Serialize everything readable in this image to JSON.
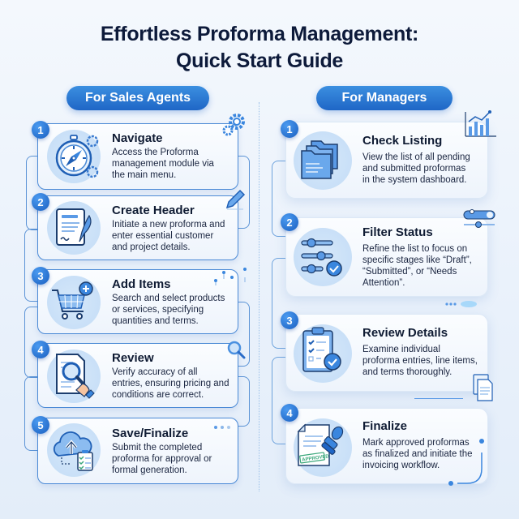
{
  "title": {
    "line1": "Effortless Proforma Management:",
    "line2": "Quick Start Guide"
  },
  "colors": {
    "accent": "#1f66c6",
    "accent_light": "#3b8fe0",
    "title": "#0d1a3a",
    "card_border": "#4b8ad6",
    "background": "#eef4fb",
    "approved_green": "#3aa77a"
  },
  "sales_agents": {
    "header": "For Sales Agents",
    "steps": [
      {
        "number": "1",
        "title": "Navigate",
        "desc": [
          "Access the Proforma",
          "management module via",
          "the main menu."
        ],
        "icon": "compass-icon"
      },
      {
        "number": "2",
        "title": "Create Header",
        "desc": [
          "Initiate a new proforma and",
          "enter essential customer",
          "and project details."
        ],
        "icon": "document-quill-icon"
      },
      {
        "number": "3",
        "title": "Add Items",
        "desc": [
          "Search and select products",
          "or services, specifying",
          "quantities and terms."
        ],
        "icon": "cart-add-icon"
      },
      {
        "number": "4",
        "title": "Review",
        "desc": [
          "Verify accuracy of all",
          "entries, ensuring pricing and",
          "conditions are correct."
        ],
        "icon": "magnifier-document-icon"
      },
      {
        "number": "5",
        "title": "Save/Finalize",
        "desc": [
          "Submit the completed",
          "proforma for approval or",
          "formal generation."
        ],
        "icon": "cloud-upload-checklist-icon"
      }
    ]
  },
  "managers": {
    "header": "For Managers",
    "steps": [
      {
        "number": "1",
        "title": "Check Listing",
        "desc": [
          "View the list of all pending",
          "and submitted proformas",
          "in the system dashboard."
        ],
        "icon": "folders-icon"
      },
      {
        "number": "2",
        "title": "Filter Status",
        "desc": [
          "Refine the list to focus on",
          "specific stages like “Draft”,",
          "“Submitted”, or “Needs",
          "Attention”."
        ],
        "icon": "filter-sliders-icon"
      },
      {
        "number": "3",
        "title": "Review Details",
        "desc": [
          "Examine individual",
          "proforma entries, line items,",
          "and terms thoroughly."
        ],
        "icon": "clipboard-check-icon"
      },
      {
        "number": "4",
        "title": "Finalize",
        "desc": [
          "Mark approved proformas",
          "as finalized and initiate the",
          "invoicing workflow."
        ],
        "icon": "approved-stamp-icon",
        "stamp_text": "APPROVED"
      }
    ]
  }
}
